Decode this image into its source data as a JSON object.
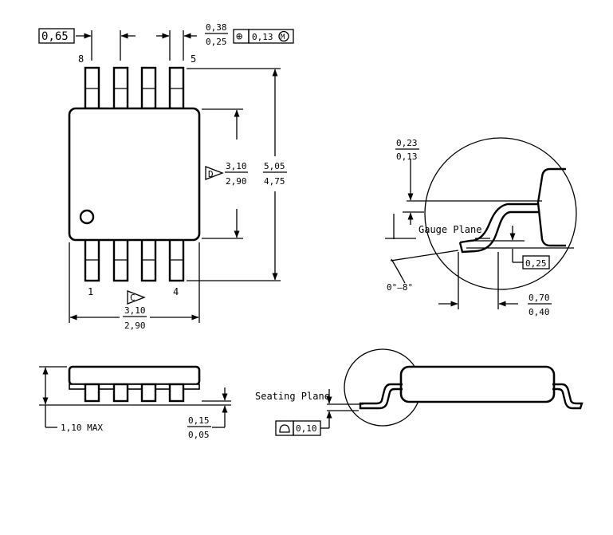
{
  "top_view": {
    "pin_pitch": "0,65",
    "lead_width": {
      "max": "0,38",
      "min": "0,25"
    },
    "position_tolerance": {
      "symbol": "⊕",
      "value": "0,13",
      "modifier": "M"
    },
    "pin_labels": {
      "pin8": "8",
      "pin5": "5",
      "pin1": "1",
      "pin4": "4"
    },
    "body_width": {
      "datum": "D",
      "max": "3,10",
      "min": "2,90"
    },
    "overall_length": {
      "max": "5,05",
      "min": "4,75"
    },
    "body_length": {
      "datum": "C",
      "max": "3,10",
      "min": "2,90"
    }
  },
  "detail_view": {
    "lead_thickness": {
      "max": "0,23",
      "min": "0,13"
    },
    "gauge_plane_label": "Gauge Plane",
    "gauge_offset": "0,25",
    "foot_angle": "0°–8°",
    "foot_length": {
      "max": "0,70",
      "min": "0,40"
    }
  },
  "side_view": {
    "max_height": "1,10 MAX",
    "standoff": {
      "max": "0,15",
      "min": "0,05"
    },
    "seating_plane_label": "Seating Plane",
    "coplanarity": {
      "symbol": "⌓",
      "value": "0,10"
    }
  }
}
